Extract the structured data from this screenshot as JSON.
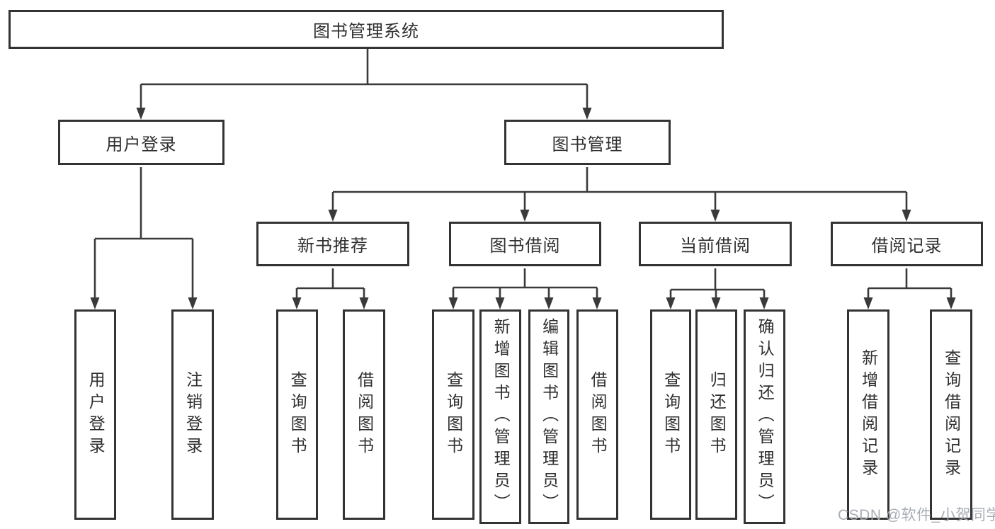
{
  "watermark": "CSDN @软件_小贺同学",
  "colors": {
    "line": "#3a3a3a",
    "box_border": "#333333",
    "box_fill": "#ffffff",
    "text": "#2f2f2f",
    "watermark": "#a4aab0"
  },
  "tree": {
    "label": "图书管理系统",
    "children": [
      {
        "label": "用户登录",
        "children": [
          {
            "label": "用户登录"
          },
          {
            "label": "注销登录"
          }
        ]
      },
      {
        "label": "图书管理",
        "children": [
          {
            "label": "新书推荐",
            "children": [
              {
                "label": "查询图书"
              },
              {
                "label": "借阅图书"
              }
            ]
          },
          {
            "label": "图书借阅",
            "children": [
              {
                "label": "查询图书"
              },
              {
                "label": "新增图书（管理员）"
              },
              {
                "label": "编辑图书（管理员）"
              },
              {
                "label": "借阅图书"
              }
            ]
          },
          {
            "label": "当前借阅",
            "children": [
              {
                "label": "查询图书"
              },
              {
                "label": "归还图书"
              },
              {
                "label": "确认归还（管理员）"
              }
            ]
          },
          {
            "label": "借阅记录",
            "children": [
              {
                "label": "新增借阅记录"
              },
              {
                "label": "查询借阅记录"
              }
            ]
          }
        ]
      }
    ]
  }
}
